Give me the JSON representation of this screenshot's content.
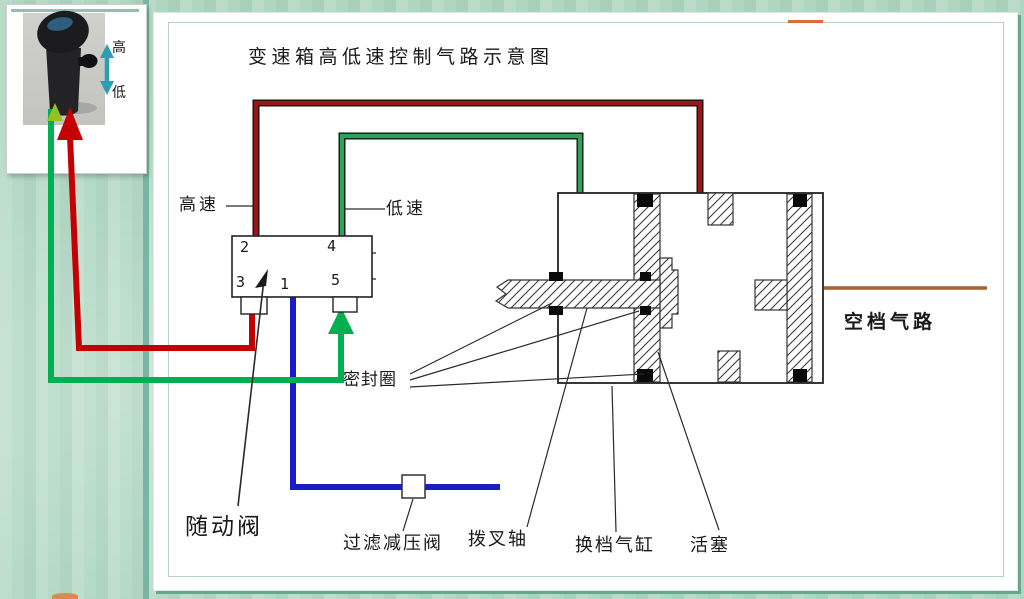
{
  "title": "变速箱高低速控制气路示意图",
  "knob_panel": {
    "high": "高",
    "low": "低"
  },
  "valve_block": {
    "port_2": "2",
    "port_4": "4",
    "port_3": "3",
    "port_1": "1",
    "port_5": "5"
  },
  "labels": {
    "high_speed": "高速",
    "low_speed": "低速",
    "seal_ring": "密封圈",
    "neutral_air_circuit": "空档气路",
    "follower_valve": "随动阀",
    "filter_pressure_reducing_valve": "过滤减压阀",
    "shift_fork_shaft": "拨叉轴",
    "shift_cylinder": "换档气缸",
    "piston": "活塞"
  },
  "colors": {
    "pipe_high_speed_red": "#9e1515",
    "pipe_low_speed_green": "#2fa25c",
    "pipe_knob_red": "#c40000",
    "pipe_knob_green": "#00b050",
    "pipe_knob_green_arrow": "#95c11f",
    "pipe_supply_blue": "#1b1bc8",
    "pipe_neutral_brown": "#a8622e",
    "selector_arrow_teal": "#2a9fb0",
    "accent_dash_orange": "#dd6a3a"
  }
}
